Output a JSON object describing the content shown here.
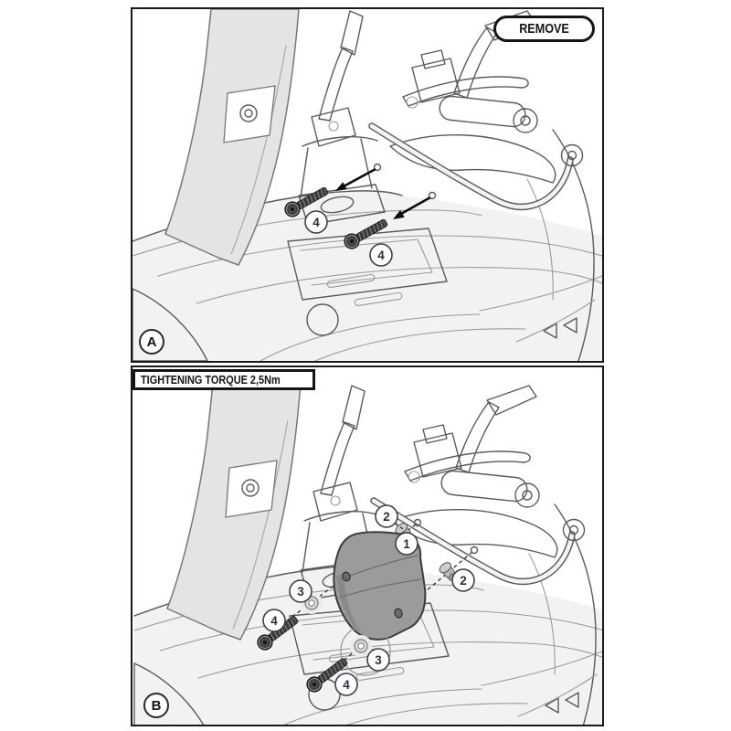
{
  "document": {
    "type": "installation-diagram",
    "colors": {
      "panel_border": "#1a1a1a",
      "art_line": "#5a5a5a",
      "art_line_light": "#9a9a9a",
      "windscreen_fill": "#e4e4e4",
      "body_fill": "#f2f2f2",
      "bracket_fill": "#9b9b9b",
      "bolt_fill": "#3a3a3a",
      "callout_number": "#1e3050"
    }
  },
  "panel_a": {
    "badge": "A",
    "action_label": "REMOVE",
    "callouts": [
      {
        "n": "4"
      },
      {
        "n": "4"
      }
    ]
  },
  "panel_b": {
    "badge": "B",
    "torque_label": "TIGHTENING TORQUE 2,5Nm",
    "callouts": [
      {
        "n": "2"
      },
      {
        "n": "1"
      },
      {
        "n": "2"
      },
      {
        "n": "3"
      },
      {
        "n": "4"
      },
      {
        "n": "3"
      },
      {
        "n": "4"
      }
    ]
  }
}
